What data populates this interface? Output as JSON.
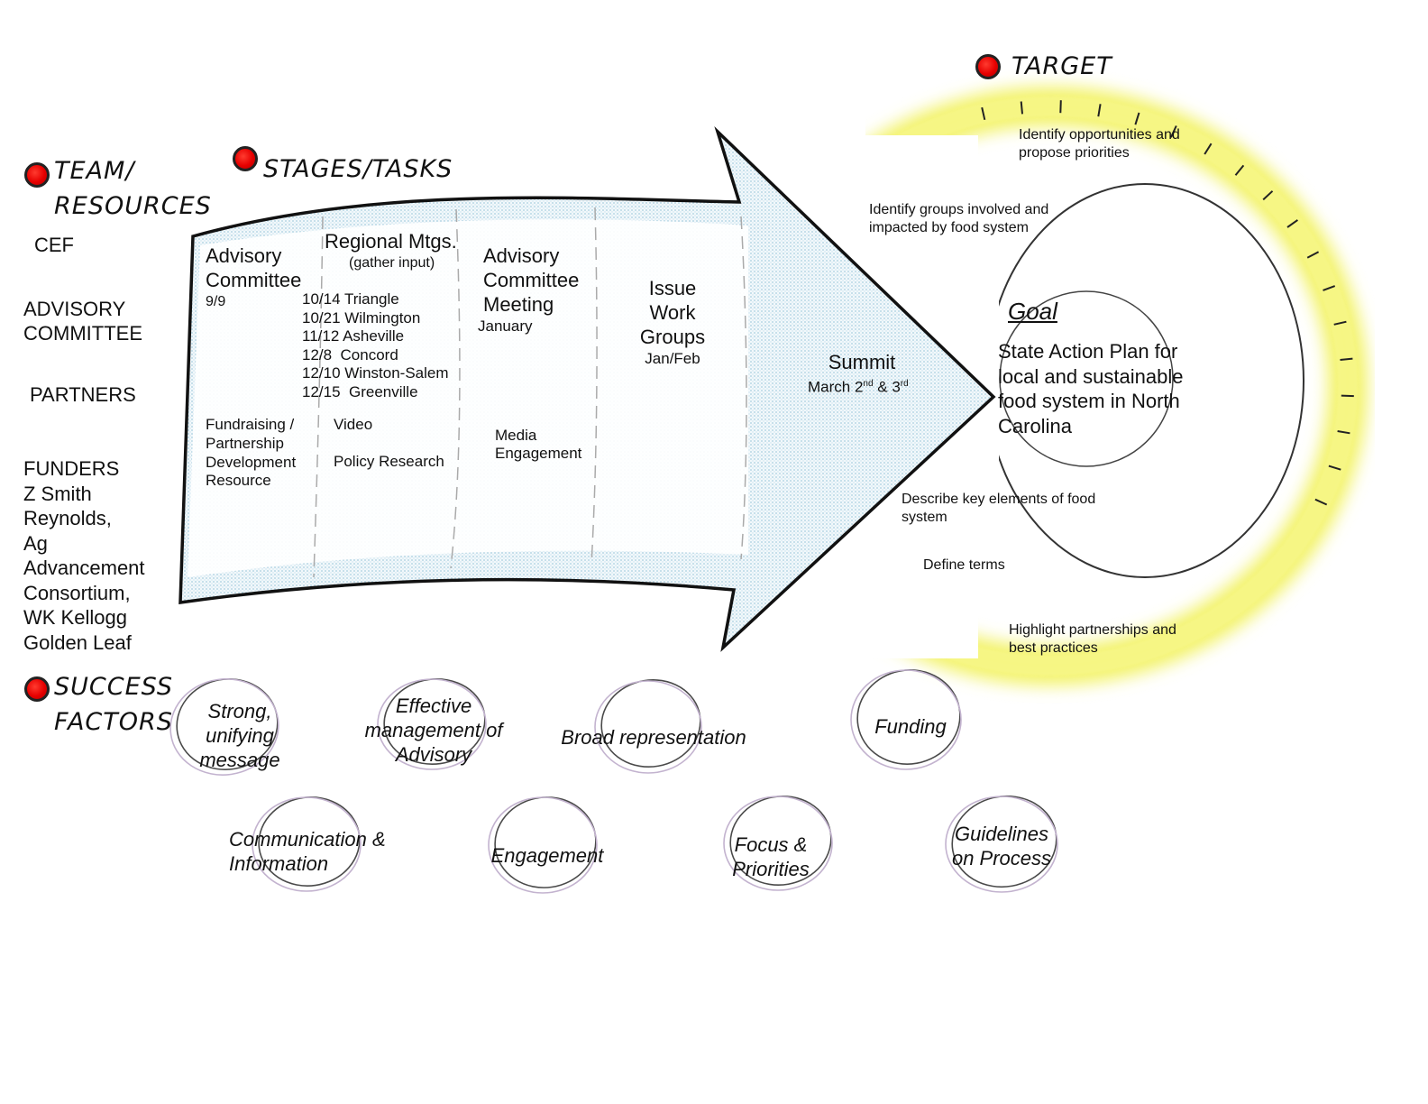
{
  "headers": {
    "team_resources": "TEAM/\nRESOURCES",
    "stages_tasks": "STAGES/TASKS",
    "target": "TARGET",
    "success_factors": "SUCCESS\nFACTORS"
  },
  "resources": {
    "cef": "CEF",
    "advisory": "ADVISORY\nCOMMITTEE",
    "partners": "PARTNERS",
    "funders": "FUNDERS\nZ Smith\nReynolds,\nAg\nAdvancement\nConsortium,\nWK Kellogg\nGolden Leaf"
  },
  "stages": {
    "advisory_committee": {
      "title": "Advisory\nCommittee",
      "date": "9/9",
      "task": "Fundraising /\nPartnership\nDevelopment\nResource"
    },
    "regional": {
      "title": "Regional Mtgs.",
      "subtitle": "(gather input)",
      "meetings": "10/14 Triangle\n10/21 Wilmington\n11/12 Asheville\n12/8  Concord\n12/10 Winston-Salem\n12/15  Greenville",
      "task_video": "Video",
      "task_policy": "Policy Research"
    },
    "advisory_meeting": {
      "title": "Advisory\nCommittee\nMeeting",
      "date": "January",
      "task": "Media\nEngagement"
    },
    "work_groups": {
      "title": "Issue\nWork\nGroups",
      "date": "Jan/Feb"
    },
    "summit": {
      "title": "Summit",
      "date_prefix": "March 2",
      "sup1": "nd",
      "mid": " & 3",
      "sup2": "rd"
    }
  },
  "target": {
    "goal_label": "Goal",
    "goal_text": "State Action Plan for\nlocal and sustainable\nfood system in North\nCarolina",
    "items": {
      "opportunities": "Identify opportunities and\npropose priorities",
      "groups": "Identify groups involved and\nimpacted by food system",
      "elements": "Describe key elements of food\nsystem",
      "terms": "Define terms",
      "partnerships": "Highlight partnerships and\nbest practices"
    }
  },
  "success_factors": {
    "strong": "Strong,\nunifying\nmessage",
    "effective": "Effective\nmanagement of\nAdvisory",
    "broad": "Broad representation",
    "funding": "Funding",
    "communication": "Communication &\nInformation",
    "engagement": "Engagement",
    "focus": "Focus &\nPriorities",
    "guidelines": "Guidelines\non Process"
  },
  "colors": {
    "marker_red": "#e60000",
    "arrow_fill": "#e6f2f8",
    "target_glow": "#f3f36a",
    "circle_stroke": "#555555"
  }
}
